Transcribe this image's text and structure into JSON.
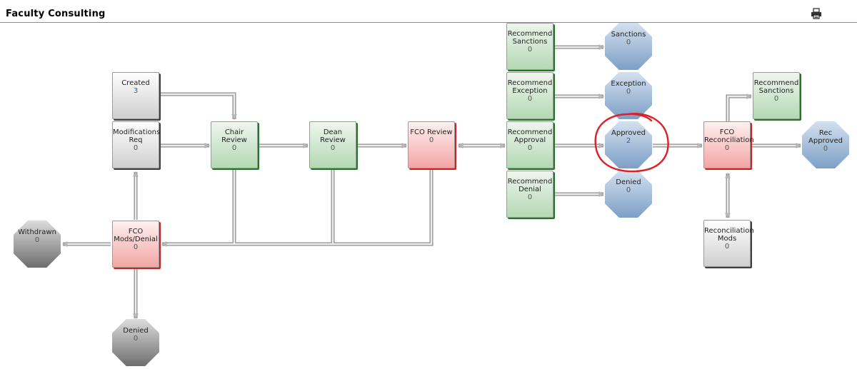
{
  "header": {
    "title": "Faculty Consulting"
  },
  "icons": {
    "print": "printer-icon"
  },
  "colors": {
    "highlight": "#dd1f26",
    "link": "#1f5fbf",
    "green_shadow": "#1e7a1e",
    "red_shadow": "#d21f1f"
  },
  "nodes": {
    "created": {
      "label": "Created",
      "count": "3"
    },
    "modifications_req": {
      "label": "Modifications Req",
      "count": "0"
    },
    "chair_review": {
      "label": "Chair Review",
      "count": "0"
    },
    "dean_review": {
      "label": "Dean Review",
      "count": "0"
    },
    "fco_review": {
      "label": "FCO Review",
      "count": "0"
    },
    "fco_mods_denial": {
      "label": "FCO Mods/Denial",
      "count": "0"
    },
    "withdrawn": {
      "label": "Withdrawn",
      "count": "0"
    },
    "denied_left": {
      "label": "Denied",
      "count": "0"
    },
    "recommend_sanctions": {
      "label": "Recommend Sanctions",
      "count": "0"
    },
    "recommend_exception": {
      "label": "Recommend Exception",
      "count": "0"
    },
    "recommend_approval": {
      "label": "Recommend Approval",
      "count": "0"
    },
    "recommend_denial": {
      "label": "Recommend Denial",
      "count": "0"
    },
    "sanctions": {
      "label": "Sanctions",
      "count": "0"
    },
    "exception": {
      "label": "Exception",
      "count": "0"
    },
    "approved": {
      "label": "Approved",
      "count": "2"
    },
    "denied_right": {
      "label": "Denied",
      "count": "0"
    },
    "fco_reconciliation": {
      "label": "FCO Reconciliation",
      "count": "0"
    },
    "recommend_sanctions_2": {
      "label": "Recommend Sanctions",
      "count": "0"
    },
    "rec_approved": {
      "label": "Rec Approved",
      "count": "0"
    },
    "reconciliation_mods": {
      "label": "Reconciliation Mods",
      "count": "0"
    }
  }
}
